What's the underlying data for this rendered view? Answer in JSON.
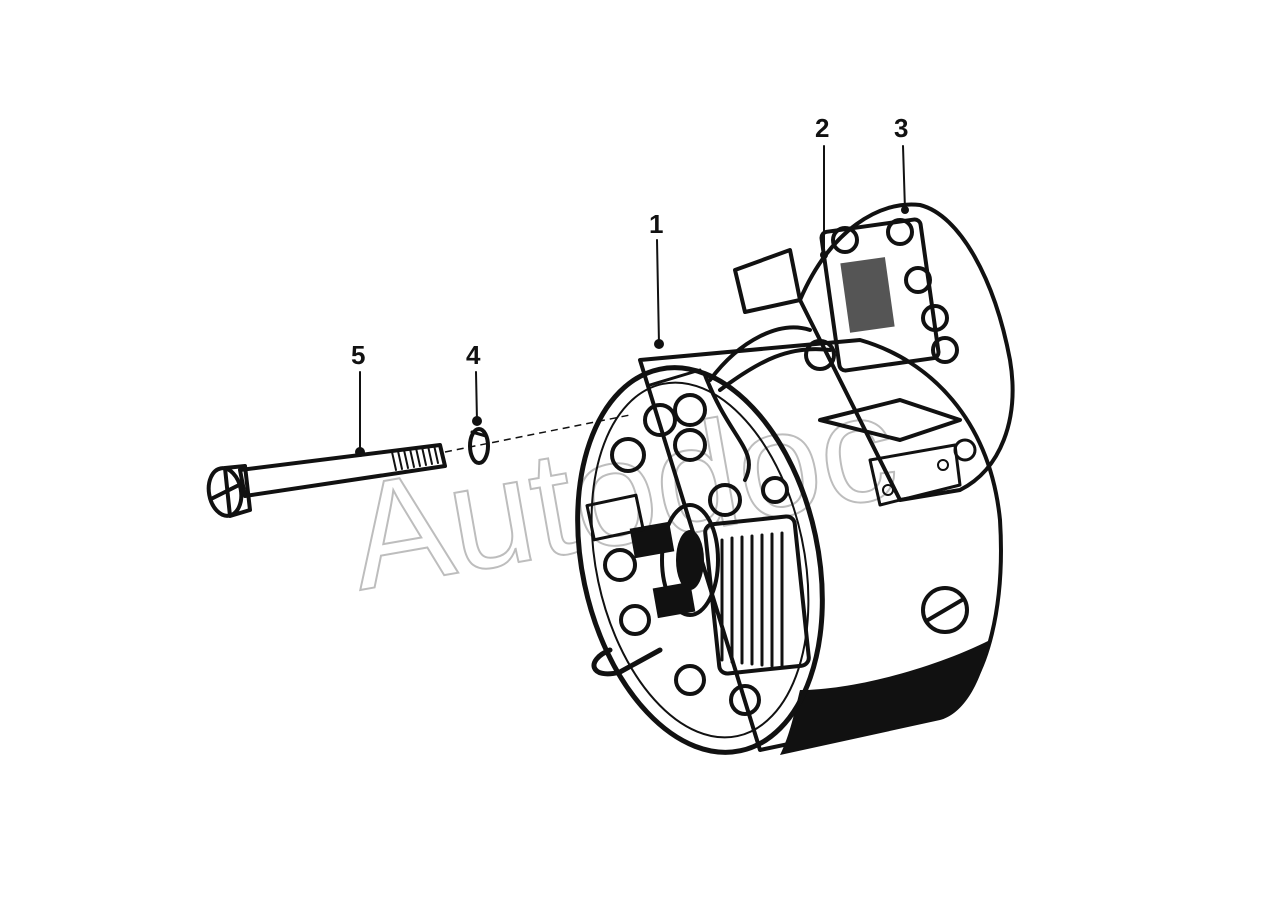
{
  "diagram": {
    "callouts": [
      {
        "id": "part-1",
        "label": "1"
      },
      {
        "id": "part-2",
        "label": "2"
      },
      {
        "id": "part-3",
        "label": "3"
      },
      {
        "id": "part-4",
        "label": "4"
      },
      {
        "id": "part-5",
        "label": "5"
      }
    ],
    "watermark": "Autodoc"
  }
}
